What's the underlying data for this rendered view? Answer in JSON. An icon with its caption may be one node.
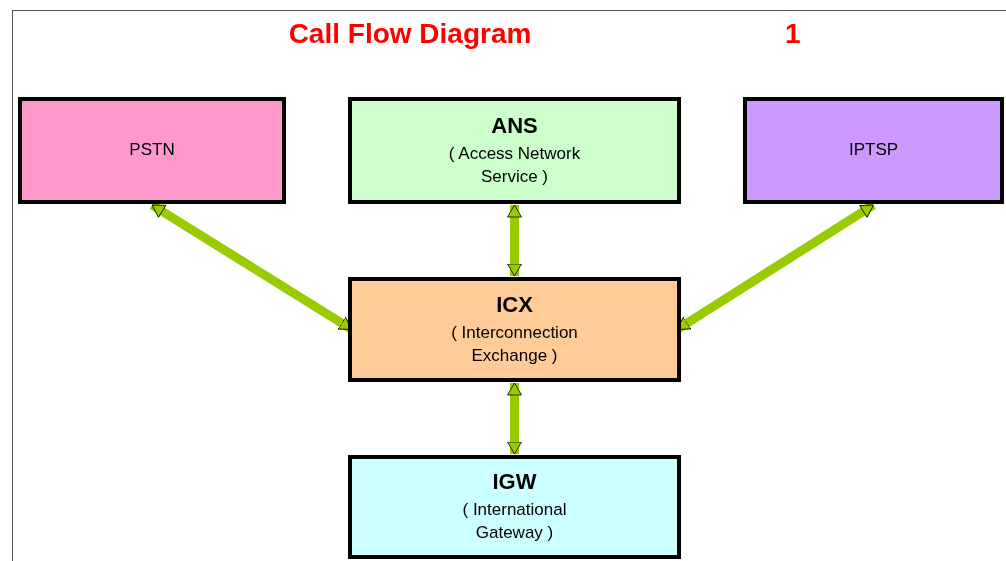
{
  "diagram": {
    "title": "Call Flow Diagram",
    "nodes": [
      {
        "text": [
          "PSTN"
        ]
      },
      {
        "text": [
          "ANS",
          "( Access Network Service )"
        ]
      },
      {
        "text": [
          "IPTSP"
        ]
      },
      {
        "text": [
          "ICX",
          "( Interconnection Exchange )"
        ]
      },
      {
        "text": [
          "IGW",
          "( International Gateway )"
        ]
      }
    ],
    "edges": [
      {
        "from": 0,
        "to": 3,
        "arrow": "both"
      },
      {
        "from": 1,
        "to": 3,
        "arrow": "both"
      },
      {
        "from": 2,
        "to": 3,
        "arrow": "both"
      },
      {
        "from": 3,
        "to": 4,
        "arrow": "both"
      }
    ],
    "labels": [
      "1"
    ]
  }
}
